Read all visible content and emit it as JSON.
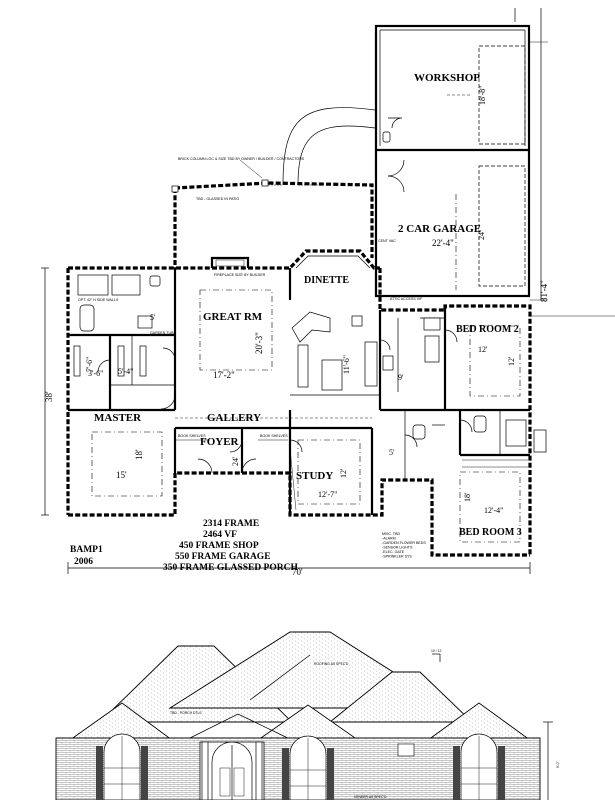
{
  "plan": {
    "rooms": {
      "workshop": "WORKSHOP",
      "garage": "2 CAR GARAGE",
      "dinette": "DINETTE",
      "great_room": "GREAT RM",
      "master": "MASTER",
      "gallery": "GALLERY",
      "foyer": "FOYER",
      "study": "STUDY",
      "bedroom2": "BED ROOM 2",
      "bedroom3": "BED ROOM 3"
    },
    "dimensions": {
      "workshop_depth": "18'-8\"",
      "garage_width": "22'-4\"",
      "garage_depth": "24'",
      "right_side": "81'-4\"",
      "left_side": "38'",
      "overall_width": "70'",
      "great_rm_depth": "20'-3\"",
      "great_rm_width": "17'-2\"",
      "dinette_depth": "11'-6\"",
      "master_depth": "18'",
      "master_width": "15'",
      "closet_a": "7'-6\"",
      "closet_b": "3'-6\"",
      "closet_c": "5'-4\"",
      "closet_d": "5'",
      "foyer_width": "24'",
      "study_depth": "12'",
      "study_width": "12'-7\"",
      "bed2_depth": "12'",
      "bed2_width": "12'",
      "bed3_depth": "18'",
      "bed3_width": "12'-4\"",
      "hall_a": "5'",
      "hall_b": "9'"
    },
    "notes": {
      "brick_column": "BRICK COLUMN LOC & SIZE TBD BY OWNER / BUILDER / CONTRACTORS",
      "patio": "TBD - GLASSED IN PATIO",
      "fireplace": "FIREPLACE SIZE BY BUILDER",
      "closet_vac": "CENT VAC",
      "attic_access": "ATTIC ACCESS VIF",
      "misc": [
        "MISC. TBD",
        "-ALARM",
        "-GARDEN FLOWER BEDS",
        "-SENSOR LIGHTS",
        "-ELEC. GATE",
        "-SPRINKLER SYS"
      ],
      "book_shelves": "BOOK SHELVES",
      "shower_wall": "OPT. 42\" H SIDE WALLS",
      "garden_tub": "GARDEN TUB"
    },
    "label_id": "BAMP1",
    "year": "2006",
    "stats": [
      "2314 FRAME",
      "2464 VF",
      "450 FRAME SHOP",
      "550 FRAME GARAGE",
      "350 FRAME GLASSED PORCH"
    ]
  },
  "elevation": {
    "roofing_note": "ROOFING AS SPEC'D",
    "porch_note": "TBD - PORCH DTLS",
    "veneer_note": "VENEER AS SPEC'D",
    "roof_pitch": "10 / 12",
    "plate_height": "9'-0\""
  }
}
